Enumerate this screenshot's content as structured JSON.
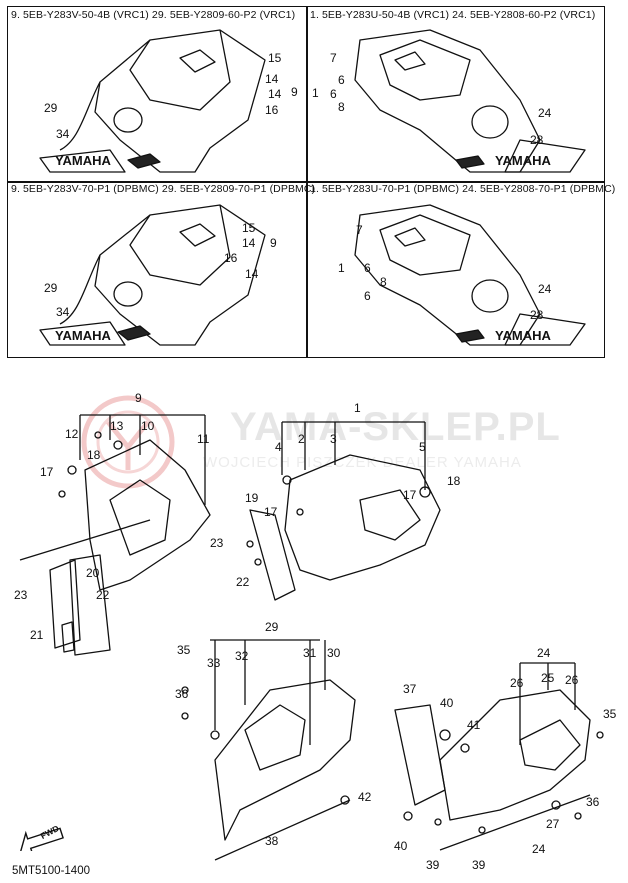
{
  "panels": {
    "top_left_header": "9. 5EB-Y283V-50-4B (VRC1)  29. 5EB-Y2809-60-P2 (VRC1)",
    "top_right_header": "1. 5EB-Y283U-50-4B (VRC1)  24. 5EB-Y2808-60-P2 (VRC1)",
    "bottom_left_header": "9. 5EB-Y283V-70-P1 (DPBMC)  29. 5EB-Y2809-70-P1 (DPBMC)",
    "bottom_right_header": "1. 5EB-Y283U-70-P1 (DPBMC)  24. 5EB-Y2808-70-P1 (DPBMC)",
    "brand_text": "YAMAHA",
    "tl_labels": [
      "15",
      "14",
      "9",
      "14",
      "16",
      "29",
      "34"
    ],
    "tr_labels": [
      "7",
      "6",
      "1",
      "6",
      "8",
      "24",
      "28"
    ],
    "bl_labels": [
      "15",
      "14",
      "9",
      "16",
      "14",
      "29",
      "34"
    ],
    "br_labels": [
      "7",
      "1",
      "6",
      "8",
      "6",
      "24",
      "28"
    ]
  },
  "callouts_upper": [
    "9",
    "13",
    "10",
    "11",
    "12",
    "18",
    "17",
    "20",
    "23",
    "22",
    "21",
    "1",
    "2",
    "3",
    "4",
    "5",
    "17",
    "18",
    "19",
    "17",
    "23",
    "22"
  ],
  "callouts_lower": [
    "29",
    "33",
    "32",
    "31",
    "30",
    "35",
    "36",
    "37",
    "40",
    "41",
    "38",
    "42",
    "40",
    "39",
    "39",
    "24",
    "26",
    "25",
    "26",
    "35",
    "27",
    "36",
    "24"
  ],
  "watermark": {
    "main": "YAMA-SKLEP.PL",
    "sub": "WOJCIECH PISZCZEK DEALER YAMAHA",
    "logo_color": "#f3c9c9"
  },
  "fwd_label": "FWD",
  "diagram_code": "5MT5100-1400"
}
